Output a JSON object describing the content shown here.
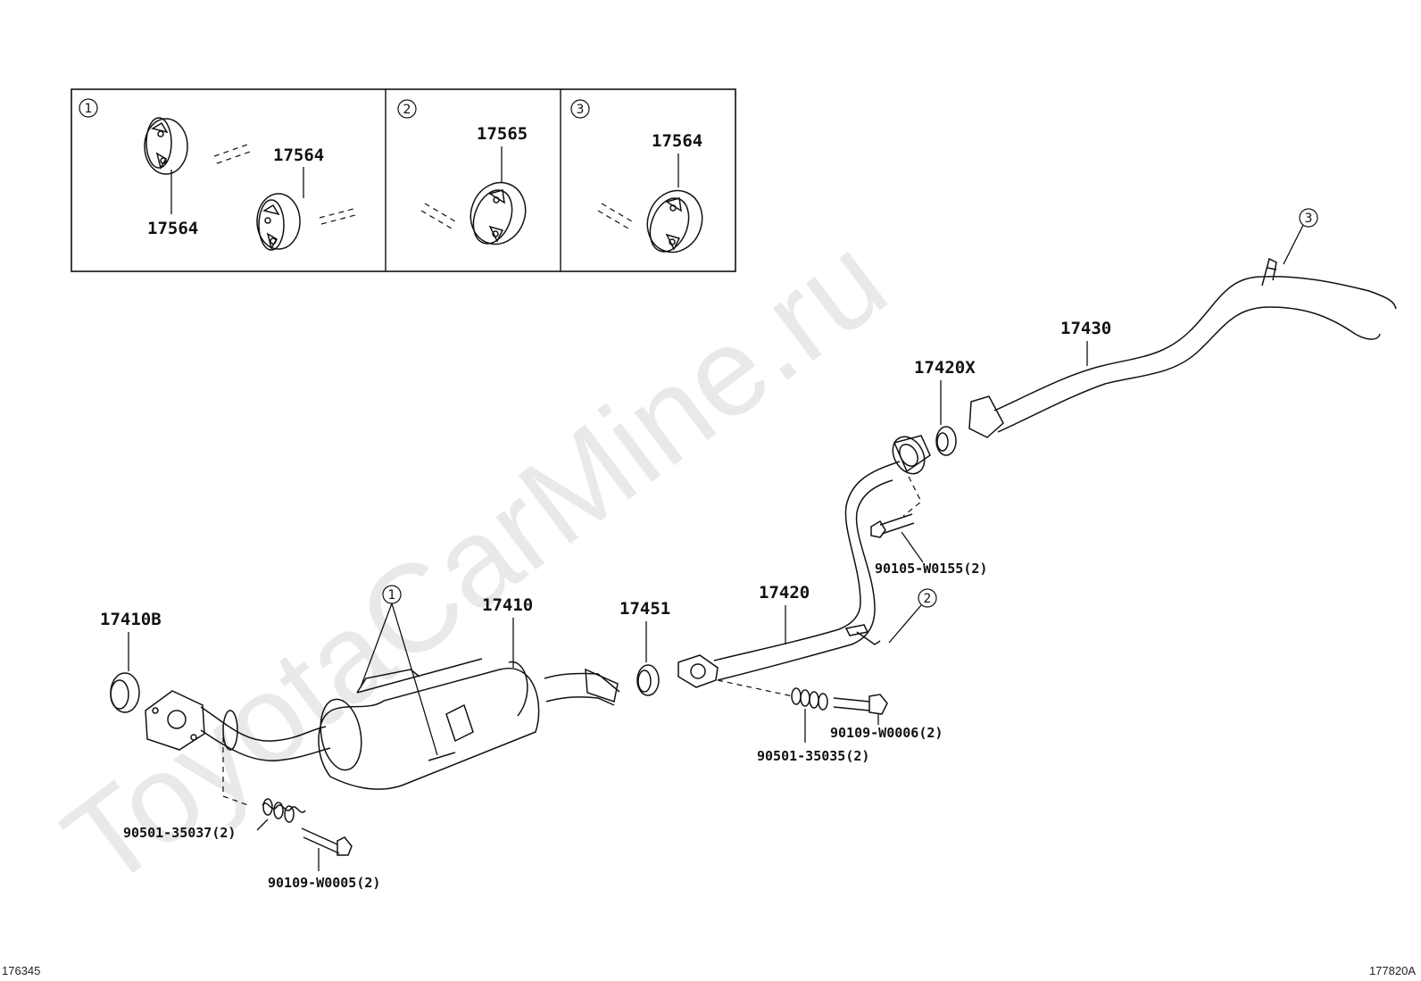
{
  "watermark": "ToyotaCarMine.ru",
  "inset": {
    "panels": [
      {
        "marker": "1",
        "labels": [
          "17564",
          "17564"
        ]
      },
      {
        "marker": "2",
        "labels": [
          "17565"
        ]
      },
      {
        "marker": "3",
        "labels": [
          "17564"
        ]
      }
    ]
  },
  "callouts": {
    "marker_1": "1",
    "marker_2": "2",
    "marker_3": "3"
  },
  "part_numbers": {
    "p17410B": "17410B",
    "p17410": "17410",
    "p17451": "17451",
    "p17420": "17420",
    "p17420X": "17420X",
    "p17430": "17430",
    "p90501_35037": "90501-35037(2)",
    "p90109_W0005": "90109-W0005(2)",
    "p90501_35035": "90501-35035(2)",
    "p90109_W0006": "90109-W0006(2)",
    "p90105_W0155": "90105-W0155(2)"
  },
  "footer": {
    "left_code": "176345",
    "right_code": "177820A"
  }
}
